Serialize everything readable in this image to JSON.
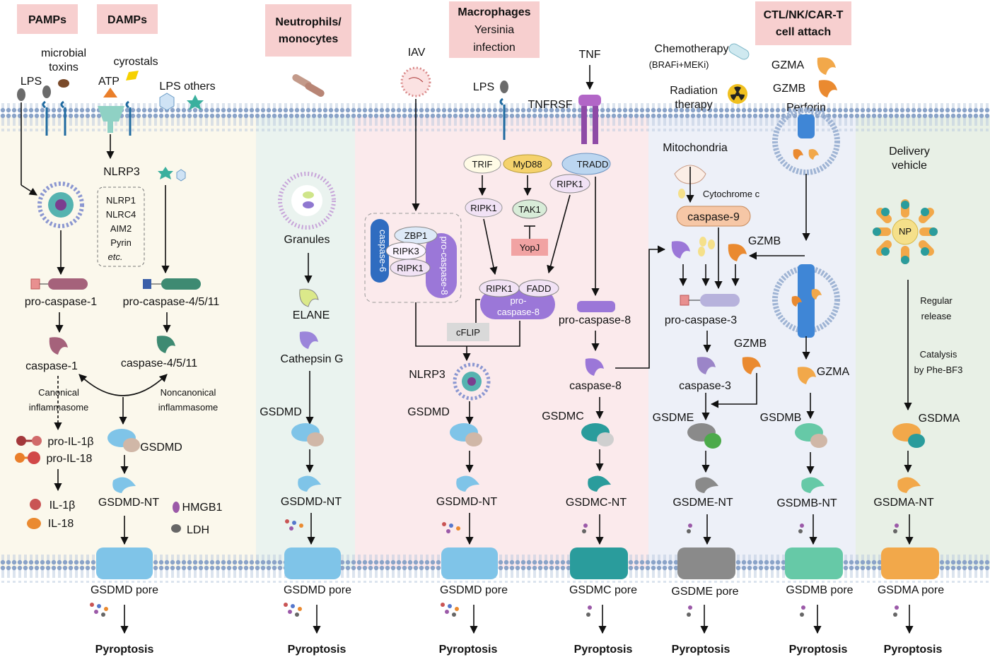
{
  "colors": {
    "panel_pamp": "#fbf8ec",
    "panel_neutro": "#eaf3ef",
    "panel_macro": "#fbeaec",
    "panel_tnf": "#fbeaec",
    "panel_chemo": "#edf0f8",
    "panel_ctl": "#edf0f8",
    "panel_delivery": "#e8f0e6",
    "header_box": "#f7cfcf",
    "membrane": "#9fb4d4",
    "gsdmd": "#7fc4e8",
    "gsdmc": "#2a9c9c",
    "gsdme": "#8a8a8a",
    "gsdmb": "#66c9a7",
    "gsdma": "#f2a84a"
  },
  "headers": {
    "pamps": "PAMPs",
    "damps": "DAMPs",
    "neutrophils": "Neutrophils/\nmonocytes",
    "macrophages": "Macrophages",
    "macro_sub": "Yersinia\ninfection",
    "ctl": "CTL/NK/CAR-T\ncell attach"
  },
  "pamp_panel": {
    "microbial_toxins": "microbial\ntoxins",
    "cyrostals": "cyrostals",
    "lps1": "LPS",
    "atp": "ATP",
    "lps_others": "LPS  others",
    "nlrp3": "NLRP3",
    "inflammasome_list": [
      "NLRP1",
      "NLRC4",
      "AIM2",
      "Pyrin",
      "etc."
    ],
    "pro_casp1": "pro-caspase-1",
    "pro_casp4511": "pro-caspase-4/5/11",
    "casp1": "caspase-1",
    "casp4511": "caspase-4/5/11",
    "canonical": "Canonical\ninflammasome",
    "noncanonical": "Noncanonical\ninflammasome",
    "gsdmd": "GSDMD",
    "pro_il1b": "pro-IL-1β",
    "pro_il18": "pro-IL-18",
    "il1b": "IL-1β",
    "il18": "IL-18",
    "gsdmd_nt": "GSDMD-NT",
    "hmgb1": "HMGB1",
    "ldh": "LDH",
    "pore": "GSDMD pore",
    "outcome": "Pyroptosis"
  },
  "neutro_panel": {
    "granules": "Granules",
    "elane": "ELANE",
    "cathepsin": "Cathepsin G",
    "gsdmd": "GSDMD",
    "gsdmd_nt": "GSDMD-NT",
    "pore": "GSDMD pore",
    "outcome": "Pyroptosis"
  },
  "macro_panel": {
    "iav": "IAV",
    "lps": "LPS",
    "trif": "TRIF",
    "myd88": "MyD88",
    "ripk1a": "RIPK1",
    "tak1": "TAK1",
    "yopj": "YopJ",
    "caspase6": "caspase-6",
    "zbp1": "ZBP1",
    "ripk3": "RIPK3",
    "ripk1b": "RIPK1",
    "procasp8": "pro-\ncaspase-8",
    "ripk1c": "RIPK1",
    "fadd": "FADD",
    "procasp8b": "pro-\ncaspase-8",
    "cflip": "cFLIP",
    "nlrp3": "NLRP3",
    "gsdmd": "GSDMD",
    "gsdmd_nt": "GSDMD-NT",
    "pore": "GSDMD pore",
    "outcome": "Pyroptosis"
  },
  "tnf_panel": {
    "tnf": "TNF",
    "tnfrsf": "TNFRSF",
    "tradd": "TRADD",
    "ripk1": "RIPK1",
    "procasp8": "pro-caspase-8",
    "casp8": "caspase-8",
    "gsdmc": "GSDMC",
    "gsdmc_nt": "GSDMC-NT",
    "pore": "GSDMC pore",
    "outcome": "Pyroptosis"
  },
  "chemo_panel": {
    "chemo": "Chemotherapy",
    "chemo_sub": "(BRAFi+MEKi)",
    "radiation": "Radiation\ntherapy",
    "mito": "Mitochondria",
    "cytc": "Cytochrome c",
    "casp9": "caspase-9",
    "procasp3": "pro-caspase-3",
    "casp3": "caspase-3",
    "gzmb": "GZMB",
    "gsdme": "GSDME",
    "gsdme_nt": "GSDME-NT",
    "pore": "GSDME pore",
    "outcome": "Pyroptosis"
  },
  "ctl_panel": {
    "gzma": "GZMA",
    "gzmb": "GZMB",
    "perforin": "Perforin",
    "gzmb2": "GZMB",
    "gzma2": "GZMA",
    "gsdmb": "GSDMB",
    "gsdmb_nt": "GSDMB-NT",
    "pore": "GSDMB pore",
    "outcome": "Pyroptosis"
  },
  "delivery_panel": {
    "title": "Delivery\nvehicle",
    "np": "NP",
    "regular": "Regular\nrelease",
    "catalysis": "Catalysis\nby Phe-BF3",
    "gsdma": "GSDMA",
    "gsdma_nt": "GSDMA-NT",
    "pore": "GSDMA pore",
    "outcome": "Pyroptosis"
  }
}
